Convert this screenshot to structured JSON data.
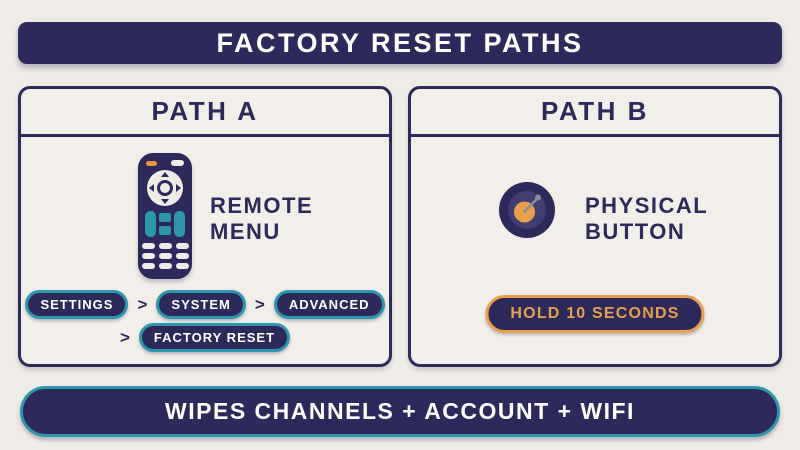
{
  "title": "FACTORY RESET PATHS",
  "path_a": {
    "header": "PATH A",
    "method": {
      "line1": "REMOTE",
      "line2": "MENU"
    },
    "breadcrumb": {
      "separator": ">",
      "row1": [
        "SETTINGS",
        "SYSTEM",
        "ADVANCED"
      ],
      "row2": [
        "FACTORY RESET"
      ]
    }
  },
  "path_b": {
    "header": "PATH B",
    "method": {
      "line1": "PHYSICAL",
      "line2": "BUTTON"
    },
    "hold_chip": "HOLD 10 SECONDS"
  },
  "footer": "WIPES CHANNELS + ACCOUNT + WIFI",
  "colors": {
    "background": "#efece7",
    "navy": "#2d2a5b",
    "teal": "#2e96ab",
    "orange": "#e8a04d",
    "text_light": "#ffffff"
  }
}
